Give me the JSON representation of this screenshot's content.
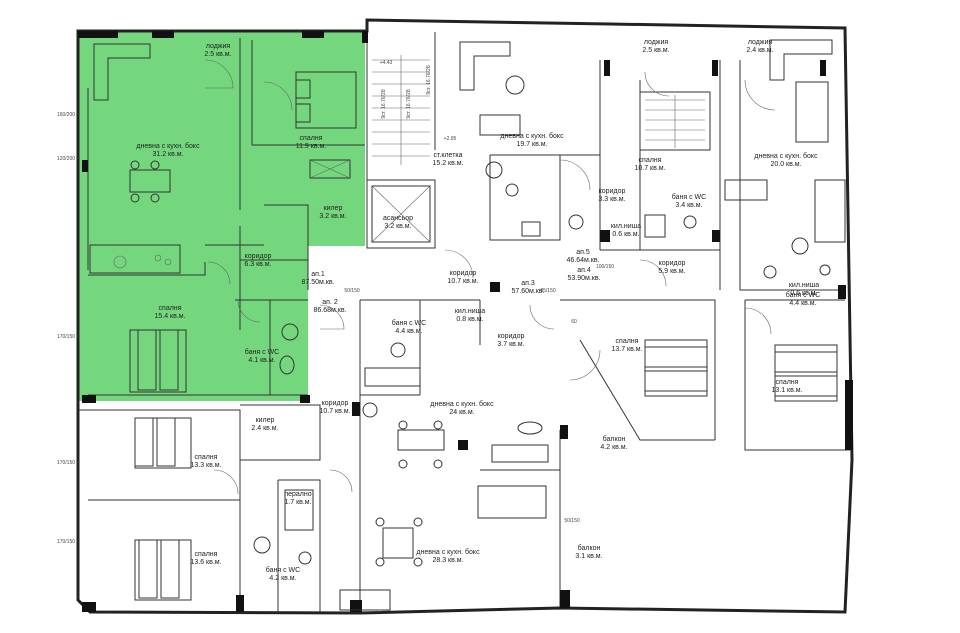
{
  "highlight_color": "#1fbf2f",
  "rooms": [
    {
      "id": "r1",
      "name": "лоджия",
      "area": "2.5 кв.м."
    },
    {
      "id": "r2",
      "name": "дневна с кухн. бокс",
      "area": "31.2 кв.м."
    },
    {
      "id": "r3",
      "name": "спалня",
      "area": "11.9 кв.м."
    },
    {
      "id": "r4",
      "name": "килер",
      "area": "3.2 кв.м."
    },
    {
      "id": "r5",
      "name": "коридор",
      "area": "6.3 кв.м."
    },
    {
      "id": "r6",
      "name": "спалня",
      "area": "15.4 кв.м."
    },
    {
      "id": "r7",
      "name": "баня с WC",
      "area": "4.1 кв.м."
    },
    {
      "id": "r8",
      "name": "асансьор",
      "area": "3.2 кв.м."
    },
    {
      "id": "r9",
      "name": "ст.клетка",
      "area": "15.2 кв.м."
    },
    {
      "id": "r10",
      "name": "дневна с кухн. бокс",
      "area": "19.7 кв.м."
    },
    {
      "id": "r11",
      "name": "лоджия",
      "area": "2.5 кв.м."
    },
    {
      "id": "r12",
      "name": "спалня",
      "area": "10.7 кв.м."
    },
    {
      "id": "r13",
      "name": "коридор",
      "area": "3.3 кв.м."
    },
    {
      "id": "r14",
      "name": "баня с WC",
      "area": "3.4 кв.м."
    },
    {
      "id": "r15",
      "name": "кил.ниша",
      "area": "0.6 кв.м."
    },
    {
      "id": "r16",
      "name": "коридор",
      "area": "10.7 кв.м."
    },
    {
      "id": "r17",
      "name": "коридор",
      "area": "5.9 кв.м."
    },
    {
      "id": "r18",
      "name": "лоджия",
      "area": "2.4 кв.м."
    },
    {
      "id": "r19",
      "name": "дневна с кухн. бокс",
      "area": "20.0 кв.м."
    },
    {
      "id": "r20",
      "name": "кил.ниша",
      "area": "0.6 кв.м."
    },
    {
      "id": "r21",
      "name": "баня с WC",
      "area": "4.4 кв.м."
    },
    {
      "id": "r22",
      "name": "баня с WC",
      "area": "4.4 кв.м."
    },
    {
      "id": "r23",
      "name": "кил.ниша",
      "area": "0.8 кв.м."
    },
    {
      "id": "r24",
      "name": "коридор",
      "area": "3.7 кв.м."
    },
    {
      "id": "r25",
      "name": "спалня",
      "area": "13.7 кв.м."
    },
    {
      "id": "r26",
      "name": "спалня",
      "area": "13.1 кв.м."
    },
    {
      "id": "r27",
      "name": "коридор",
      "area": "10.7 кв.м."
    },
    {
      "id": "r28",
      "name": "дневна с кухн. бокс",
      "area": "24 кв.м."
    },
    {
      "id": "r29",
      "name": "балкон",
      "area": "4.2 кв.м."
    },
    {
      "id": "r30",
      "name": "килер",
      "area": "2.4 кв.м."
    },
    {
      "id": "r31",
      "name": "спалня",
      "area": "13.3 кв.м."
    },
    {
      "id": "r32",
      "name": "спалня",
      "area": "13.6 кв.м."
    },
    {
      "id": "r33",
      "name": "перално",
      "area": "1.7 кв.м."
    },
    {
      "id": "r34",
      "name": "баня с WC",
      "area": "4.2 кв.м."
    },
    {
      "id": "r35",
      "name": "дневна с кухн. бокс",
      "area": "28.3 кв.м."
    },
    {
      "id": "r36",
      "name": "балкон",
      "area": "3.1 кв.м."
    }
  ],
  "apartments": [
    {
      "id": "a1",
      "name": "ап.1",
      "area": "87.50м.кв."
    },
    {
      "id": "a2",
      "name": "ап. 2",
      "area": "86.68м.кв."
    },
    {
      "id": "a3",
      "name": "ап.3",
      "area": "57.60м.кв."
    },
    {
      "id": "a4",
      "name": "ап.4",
      "area": "53.90м.кв."
    },
    {
      "id": "a5",
      "name": "ап.5",
      "area": "46.64м.кв."
    }
  ],
  "elevation_marks": [
    "+4.43",
    "+2.95"
  ],
  "stair_notes": [
    "9ст. 16.76/28",
    "9ст. 16.76/28",
    "9ст. 16.76/28"
  ],
  "dimension_notes": [
    "160/200",
    "120/200",
    "170/150",
    "170/150",
    "170/150",
    "85/150",
    "50/150",
    "50/150",
    "100/150",
    "60"
  ]
}
